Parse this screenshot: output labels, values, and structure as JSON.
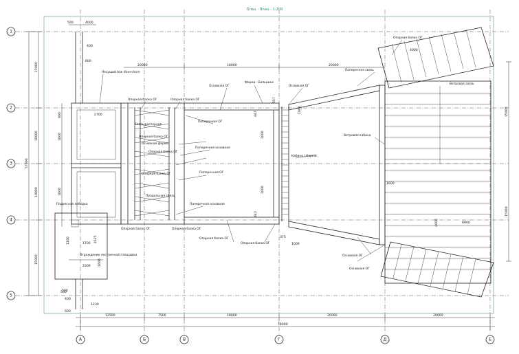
{
  "drawing": {
    "title": "План - План - 1:200"
  },
  "grid_rows": [
    "1",
    "2",
    "3",
    "4",
    "5"
  ],
  "grid_cols": [
    "А",
    "Б",
    "В",
    "Г",
    "Д",
    "Е"
  ],
  "dims_bottom": [
    "12500",
    "7500",
    "18000",
    "20000",
    "20000",
    "78000"
  ],
  "dims_top": [
    "20000",
    "18000",
    "20000",
    "4000",
    "500",
    "400",
    "600"
  ],
  "dims_left": [
    "15000",
    "10000",
    "10000",
    "57000",
    "15000",
    "1800",
    "1800",
    "900",
    "500"
  ],
  "dims_right": [
    "15000",
    "15000",
    "4000",
    "4000",
    "6900"
  ],
  "dims_inner": [
    "2700",
    "443",
    "1000",
    "1000",
    "443",
    "557",
    "1000",
    "375",
    "1000",
    "1600",
    "1700",
    "4125",
    "1100",
    "2300",
    "1600",
    "500",
    "400",
    "600",
    "1230"
  ],
  "labels": [
    "Несущий бак (болт/пол)",
    "Опорная балка ОГ",
    "Опорная балка ОГ",
    "Основная ОГ",
    "Ферма - Балкинка",
    "Основная ОГ",
    "Опорная балка ОГ",
    "Поперечная связь",
    "Ветровая связь",
    "Поперечная ОГ",
    "Связь распорная",
    "Опорная балка ОГ",
    "Основная ферма",
    "Поперечная основная",
    "Опорная балка ОГ",
    "Поперечная ОГ",
    "Продольная связь",
    "Опорная балка ОГ",
    "Поперечная основная",
    "Опорная балка ОГ",
    "Опорная балка ОГ",
    "Ветровая кабина",
    "Опорная балка ОГ",
    "Опорная балка ОГ",
    "Кабина / Каркас",
    "Основная ОГ",
    "Подвесная лебедка",
    "Основная ОГ",
    "Ограждение лестничной площадки"
  ]
}
